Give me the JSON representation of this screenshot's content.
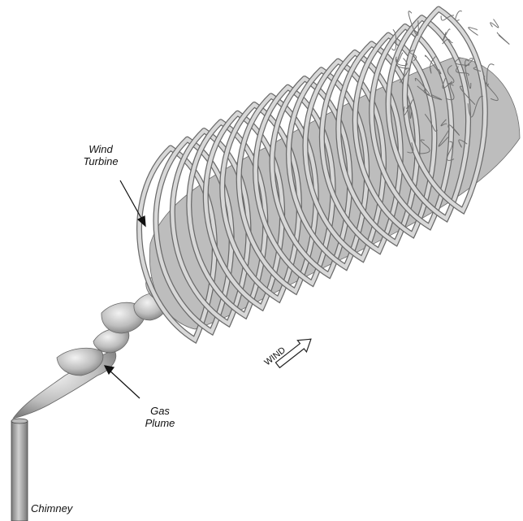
{
  "labels": {
    "wind_turbine": [
      "Wind",
      "Turbine"
    ],
    "gas_plume": [
      "Gas",
      "Plume"
    ],
    "chimney": "Chimney",
    "wind": "WIND"
  },
  "colors": {
    "vortex_fill": "#d8d8d8",
    "vortex_stroke": "#6e6e6e",
    "chimney_fill": "#9a9a9a",
    "text": "#111111"
  }
}
